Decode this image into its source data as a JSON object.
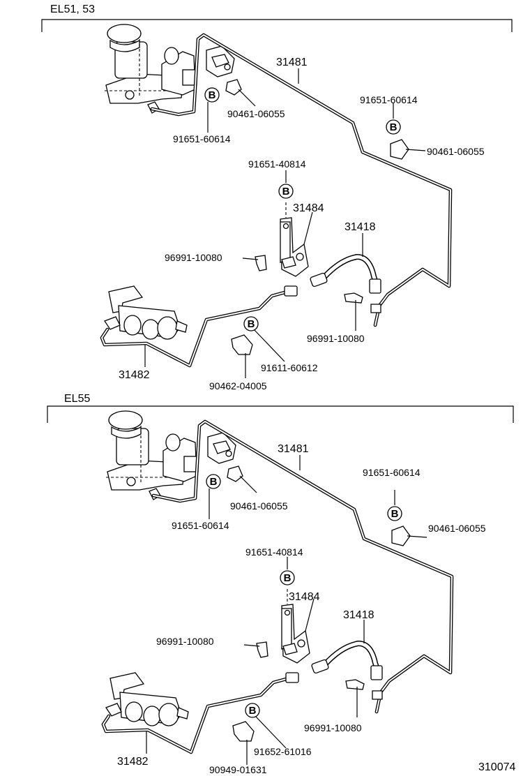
{
  "sections": [
    {
      "header": "EL51, 53",
      "labels": {
        "main_tube": "31481",
        "tube_bolt_left": "91651-60614",
        "clip_left": "90461-06055",
        "tube_bolt_right": "91651-60614",
        "clip_right": "90461-06055",
        "bracket_bolt": "91651-40814",
        "bracket": "31484",
        "hose": "31418",
        "clip_bracket": "96991-10080",
        "clip_hose": "96991-10080",
        "release_tube": "31482",
        "bolt_lower": "91611-60612",
        "clamp_lower": "90462-04005"
      }
    },
    {
      "header": "EL55",
      "labels": {
        "main_tube": "31481",
        "tube_bolt_left": "91651-60614",
        "clip_left": "90461-06055",
        "tube_bolt_right": "91651-60614",
        "clip_right": "90461-06055",
        "bracket_bolt": "91651-40814",
        "bracket": "31484",
        "hose": "31418",
        "clip_bracket": "96991-10080",
        "clip_hose": "96991-10080",
        "release_tube": "31482",
        "bolt_lower": "91652-61016",
        "clamp_lower": "90949-01631"
      }
    }
  ],
  "bolt_marker": "B",
  "diagram_code": "310074"
}
